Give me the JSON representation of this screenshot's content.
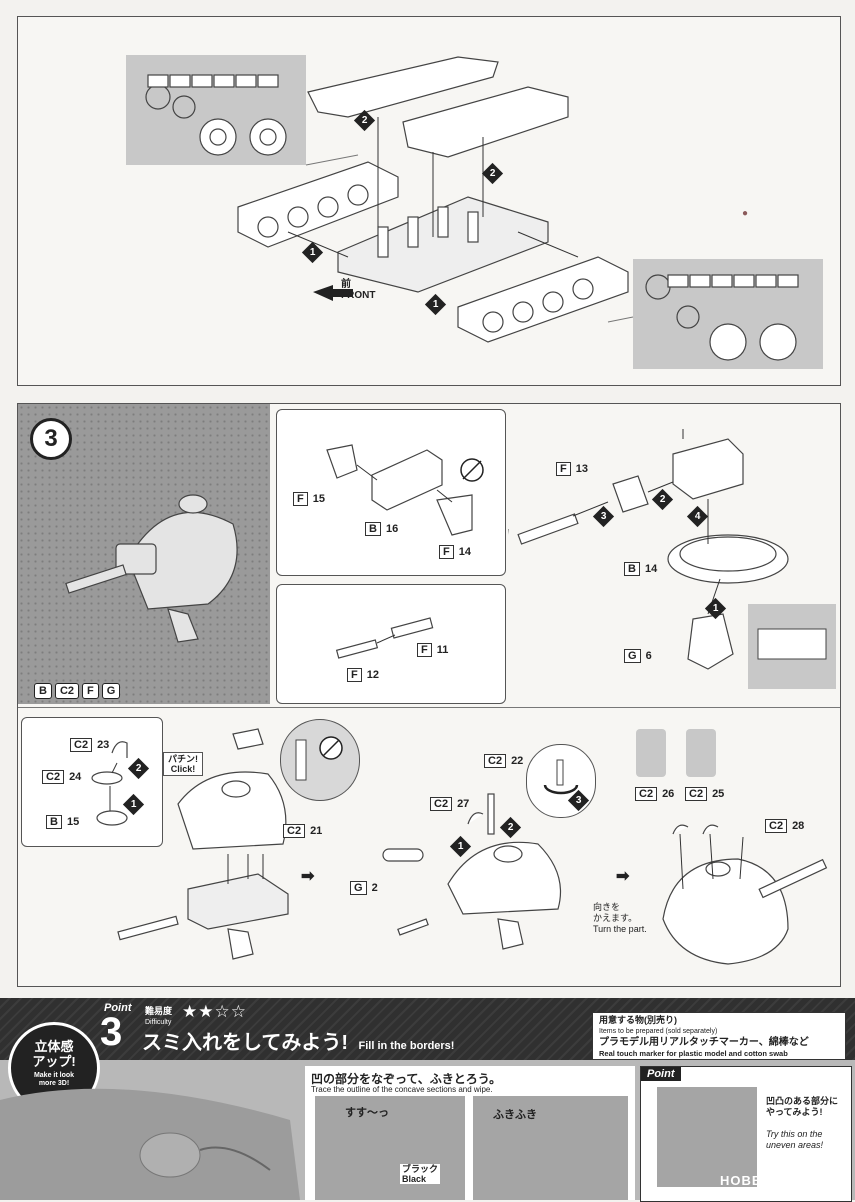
{
  "top": {
    "front_jp": "前",
    "front_en": "FRONT",
    "steps": [
      "1",
      "2"
    ]
  },
  "step3": {
    "number": "3",
    "runners": [
      "B",
      "C2",
      "F",
      "G"
    ],
    "sub_a": {
      "parts": [
        {
          "runner": "F",
          "part": "15"
        },
        {
          "runner": "B",
          "part": "16"
        },
        {
          "runner": "F",
          "part": "14"
        }
      ]
    },
    "sub_b": {
      "parts": [
        {
          "runner": "F",
          "part": "11"
        },
        {
          "runner": "F",
          "part": "12"
        }
      ]
    },
    "main": {
      "parts": [
        {
          "runner": "F",
          "part": "13"
        },
        {
          "runner": "B",
          "part": "14"
        },
        {
          "runner": "G",
          "part": "6"
        }
      ],
      "steps": [
        "1",
        "2",
        "3",
        "4"
      ]
    }
  },
  "turret": {
    "sub_parts": [
      {
        "runner": "C2",
        "part": "23"
      },
      {
        "runner": "C2",
        "part": "24"
      },
      {
        "runner": "B",
        "part": "15"
      }
    ],
    "click_jp": "パチン!",
    "click_en": "Click!",
    "c2_21": {
      "runner": "C2",
      "part": "21"
    },
    "c2_22": {
      "runner": "C2",
      "part": "22"
    },
    "c2_27": {
      "runner": "C2",
      "part": "27"
    },
    "g2": {
      "runner": "G",
      "part": "2"
    },
    "turn_jp": "向きを\nかえます。",
    "turn_en": "Turn the part.",
    "c2_26": {
      "runner": "C2",
      "part": "26"
    },
    "c2_25": {
      "runner": "C2",
      "part": "25"
    },
    "c2_28": {
      "runner": "C2",
      "part": "28"
    }
  },
  "point": {
    "badge_jp": "立体感\nアップ!",
    "badge_en": "Make it look\nmore 3D!",
    "point_label": "Point",
    "point_number": "3",
    "difficulty_jp": "難易度",
    "difficulty_en": "Difficulty",
    "stars": "★★☆☆",
    "title_jp": "スミ入れをしてみよう!",
    "title_en": "Fill in the borders!",
    "items_jp": "用意する物(別売り)",
    "items_en": "Items to be prepared (sold separately)",
    "items_product_jp": "プラモデル用リアルタッチマーカー、綿棒など",
    "items_product_en": "Real touch marker for plastic model and cotton swab",
    "trace_jp": "凹の部分をなぞって、ふきとろう。",
    "trace_en": "Trace the outline of the concave sections and wipe.",
    "susu_jp": "すす〜っ",
    "black_jp": "ブラック",
    "black_en": "Black",
    "fuki_jp": "ふきふき",
    "point_box_label": "Point",
    "tip_jp": "凹凸のある部分に\nやってみよう!",
    "tip_en": "Try this on the\nuneven areas!",
    "watermark": "HOBBY SEARCH"
  },
  "colors": {
    "accent": "#222222",
    "grey": "#9a9a9a"
  }
}
